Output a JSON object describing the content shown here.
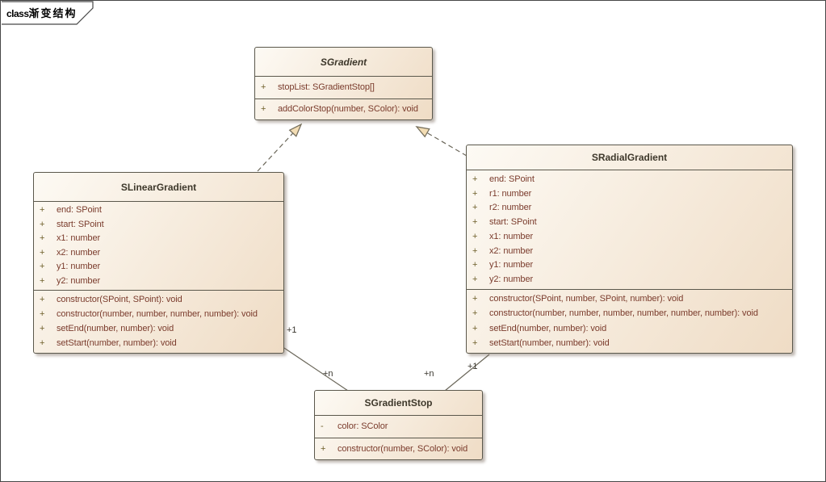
{
  "frame": {
    "keyword": "class",
    "title": "渐变结构"
  },
  "colors": {
    "box_gradient_start": "#FDFAF4",
    "box_gradient_end": "#EFDCC5",
    "box_border": "#5B584C",
    "title_text": "#3E382B",
    "member_text": "#7A3B2C",
    "visibility_text": "#6E5F2A",
    "connector": "#6B675A",
    "arrow_fill": "#F3DDB4",
    "multiplicity_text": "#3A372F"
  },
  "classes": {
    "sgradient": {
      "name": "SGradient",
      "abstract": true,
      "attributes": [
        {
          "vis": "+",
          "text": "stopList: SGradientStop[]"
        }
      ],
      "methods": [
        {
          "vis": "+",
          "text": "addColorStop(number, SColor): void"
        }
      ]
    },
    "slineargradient": {
      "name": "SLinearGradient",
      "abstract": false,
      "attributes": [
        {
          "vis": "+",
          "text": "end: SPoint"
        },
        {
          "vis": "+",
          "text": "start: SPoint"
        },
        {
          "vis": "+",
          "text": "x1: number"
        },
        {
          "vis": "+",
          "text": "x2: number"
        },
        {
          "vis": "+",
          "text": "y1: number"
        },
        {
          "vis": "+",
          "text": "y2: number"
        }
      ],
      "methods": [
        {
          "vis": "+",
          "text": "constructor(SPoint, SPoint): void"
        },
        {
          "vis": "+",
          "text": "constructor(number, number, number, number): void"
        },
        {
          "vis": "+",
          "text": "setEnd(number, number): void"
        },
        {
          "vis": "+",
          "text": "setStart(number, number): void"
        }
      ]
    },
    "sradialgradient": {
      "name": "SRadialGradient",
      "abstract": false,
      "attributes": [
        {
          "vis": "+",
          "text": "end: SPoint"
        },
        {
          "vis": "+",
          "text": "r1: number"
        },
        {
          "vis": "+",
          "text": "r2: number"
        },
        {
          "vis": "+",
          "text": "start: SPoint"
        },
        {
          "vis": "+",
          "text": "x1: number"
        },
        {
          "vis": "+",
          "text": "x2: number"
        },
        {
          "vis": "+",
          "text": "y1: number"
        },
        {
          "vis": "+",
          "text": "y2: number"
        }
      ],
      "methods": [
        {
          "vis": "+",
          "text": "constructor(SPoint, number, SPoint, number): void"
        },
        {
          "vis": "+",
          "text": "constructor(number, number, number, number, number, number): void"
        },
        {
          "vis": "+",
          "text": "setEnd(number, number): void"
        },
        {
          "vis": "+",
          "text": "setStart(number, number): void"
        }
      ]
    },
    "sgradientstop": {
      "name": "SGradientStop",
      "abstract": false,
      "attributes": [
        {
          "vis": "-",
          "text": "color: SColor"
        }
      ],
      "methods": [
        {
          "vis": "+",
          "text": "constructor(number, SColor): void"
        }
      ]
    }
  },
  "relationships": {
    "realizations": [
      {
        "from": "SLinearGradient",
        "to": "SGradient"
      },
      {
        "from": "SRadialGradient",
        "to": "SGradient"
      }
    ],
    "associations": [
      {
        "from": "SLinearGradient",
        "to": "SGradientStop",
        "from_mult": "+1",
        "to_mult": "+n"
      },
      {
        "from": "SRadialGradient",
        "to": "SGradientStop",
        "from_mult": "+1",
        "to_mult": "+n"
      }
    ]
  }
}
